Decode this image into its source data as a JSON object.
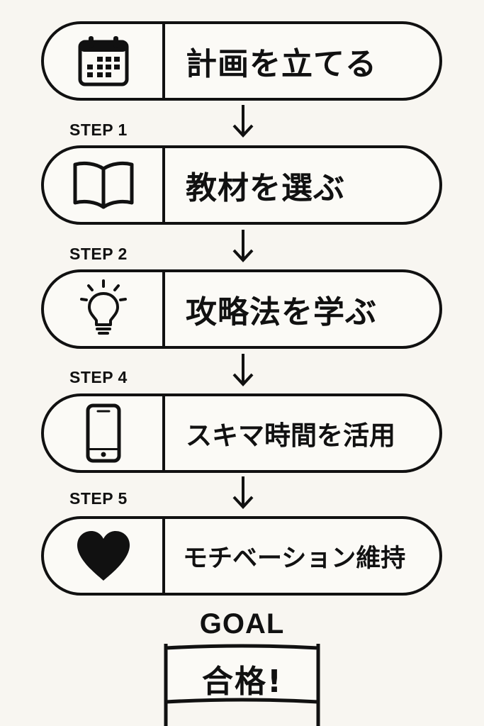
{
  "steps": [
    {
      "icon": "calendar-icon",
      "label": "計画を立てる"
    },
    {
      "icon": "book-icon",
      "label": "教材を選ぶ"
    },
    {
      "icon": "lightbulb-icon",
      "label": "攻略法を学ぶ"
    },
    {
      "icon": "smartphone-icon",
      "label": "スキマ時間を活用"
    },
    {
      "icon": "heart-icon",
      "label": "モチベーション維持"
    }
  ],
  "step_tags": [
    "STEP 1",
    "STEP 2",
    "STEP 4",
    "STEP 5"
  ],
  "goal": {
    "title": "GOAL",
    "text": "合格!"
  }
}
